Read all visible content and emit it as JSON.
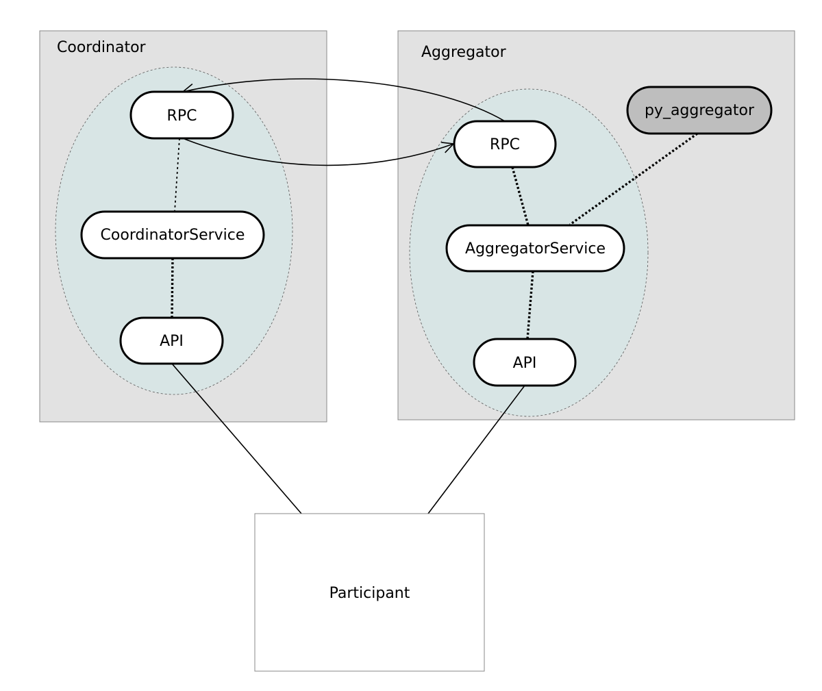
{
  "diagram": {
    "colors": {
      "cluster_fill": "#e2e2e2",
      "cluster_stroke": "#888888",
      "ellipse_fill": "#d8e5e5",
      "node_fill": "#ffffff",
      "external_node_fill": "#bebebe",
      "participant_fill": "#ffffff"
    },
    "clusters": {
      "coordinator": {
        "label": "Coordinator"
      },
      "aggregator": {
        "label": "Aggregator"
      }
    },
    "nodes": {
      "coord_rpc": {
        "label": "RPC"
      },
      "coord_service": {
        "label": "CoordinatorService"
      },
      "coord_api": {
        "label": "API"
      },
      "agg_rpc": {
        "label": "RPC"
      },
      "agg_service": {
        "label": "AggregatorService"
      },
      "agg_api": {
        "label": "API"
      },
      "py_aggregator": {
        "label": "py_aggregator"
      }
    },
    "participant": {
      "label": "Participant"
    },
    "edges": [
      {
        "from": "coord_rpc",
        "to": "agg_rpc",
        "style": "solid-arrow"
      },
      {
        "from": "agg_rpc",
        "to": "coord_rpc",
        "style": "solid-arrow"
      },
      {
        "from": "coord_rpc",
        "to": "coord_service",
        "style": "dotted"
      },
      {
        "from": "coord_service",
        "to": "coord_api",
        "style": "dotted-bold"
      },
      {
        "from": "agg_rpc",
        "to": "agg_service",
        "style": "dotted-bold"
      },
      {
        "from": "py_aggregator",
        "to": "agg_service",
        "style": "dotted-bold"
      },
      {
        "from": "agg_service",
        "to": "agg_api",
        "style": "dotted-bold"
      },
      {
        "from": "coord_api",
        "to": "participant",
        "style": "solid"
      },
      {
        "from": "agg_api",
        "to": "participant",
        "style": "solid"
      }
    ]
  }
}
